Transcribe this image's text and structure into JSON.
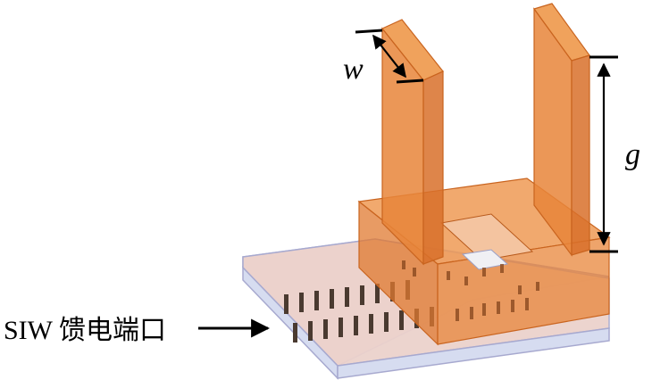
{
  "labels": {
    "w": "w",
    "g": "g",
    "feed_port": "SIW 馈电端口"
  },
  "colors": {
    "substrate_fill": "#e8c8c0",
    "substrate_edge": "#9aa0c8",
    "copper": "#e8853a",
    "copper_dark": "#c9641f",
    "via": "#4a3a30",
    "arrow": "#000000"
  },
  "icons": {
    "feed_arrow": "arrow-right-icon",
    "dimension_arrow": "double-arrow-icon"
  }
}
